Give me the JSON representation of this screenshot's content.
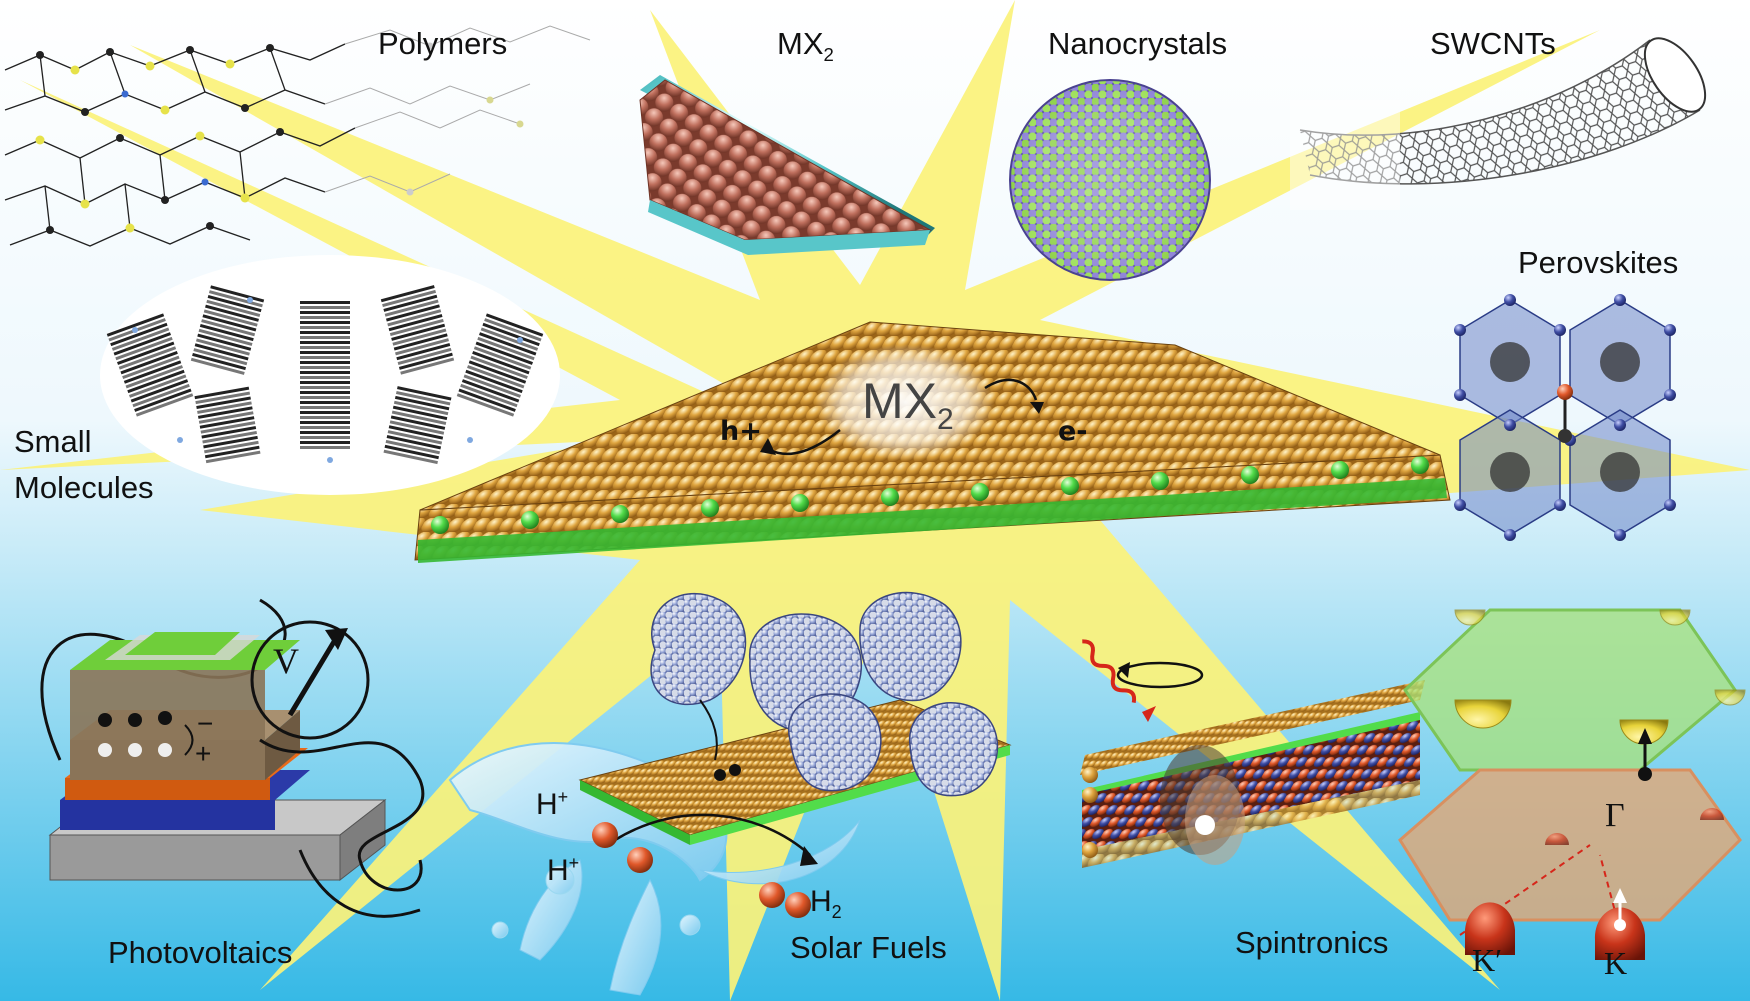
{
  "labels": {
    "polymers": "Polymers",
    "mx2_top_main": "MX",
    "mx2_top_sub": "2",
    "nanocrystals": "Nanocrystals",
    "swcnts": "SWCNTs",
    "perovskites": "Perovskites",
    "small": "Small",
    "molecules": "Molecules",
    "center_main": "MX",
    "center_sub": "2",
    "hole": "h+",
    "electron": "e-",
    "voltage": "V",
    "minus": "−",
    "plus": "+",
    "photovoltaics": "Photovoltaics",
    "hplus1_main": "H",
    "hplus1_sup": "+",
    "hplus2_main": "H",
    "hplus2_sup": "+",
    "h2_main": "H",
    "h2_sub": "2",
    "solar_fuels": "Solar Fuels",
    "spintronics": "Spintronics",
    "gamma": "Γ",
    "k_prime": "K′",
    "k": "K"
  },
  "colors": {
    "sky_top": "#ffffff",
    "sky_bottom": "#36b9e6",
    "starburst": "#fbf27a",
    "chalcogen_atom": "#e0a640",
    "metal_atom": "#52dc4a",
    "mx2_top_atom": "#c0705e",
    "mx2_top_base": "#58c6c9",
    "nanocrystal_green": "#8fd24a",
    "nanocrystal_purple": "#7f73c8",
    "perovskite_octahedra": "#6f86c8",
    "red_atom": "#d8532e",
    "blue_atom": "#3f4ea4",
    "valley_red": "#c8341a",
    "valley_yellow": "#e8d43a",
    "hexagon_green": "#a8e27a",
    "hexagon_orange": "#e4a775"
  },
  "icons": [
    "photon-wave-icon",
    "spin-arrow-icon",
    "voltmeter-icon"
  ]
}
